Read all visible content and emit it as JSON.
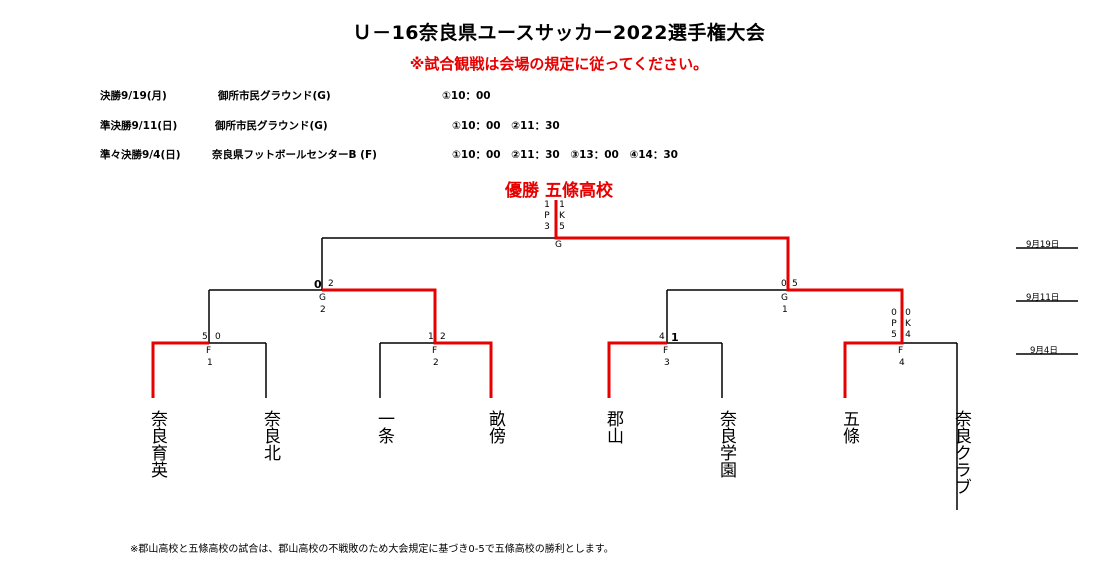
{
  "title": "Ｕ－16奈良県ユースサッカー2022選手権大会",
  "notice": "※試合観戦は会場の規定に従ってください。",
  "schedule": [
    {
      "round": "決勝9/19(月)",
      "venue": "御所市民グラウンド(G)",
      "times": "①10：00"
    },
    {
      "round": "準決勝9/11(日)",
      "venue": "御所市民グラウンド(G)",
      "times": "①10：00　②11：30"
    },
    {
      "round": "準々決勝9/4(日)",
      "venue": "奈良県フットボールセンターB (F)",
      "times": "①10：00　②11：30　③13：00　④14：30"
    }
  ],
  "champion": "優勝 五條高校",
  "round_labels": {
    "final": "9月19日",
    "semi": "9月11日",
    "quarter": "9月4日"
  },
  "final": {
    "left": [
      "1",
      "P",
      "3"
    ],
    "right": [
      "1",
      "K",
      "5"
    ],
    "venue": "G"
  },
  "semis": [
    {
      "score_left": "0",
      "score_right": "2",
      "venue": "G",
      "no": "2"
    },
    {
      "score_left": "0",
      "score_right": "5",
      "venue": "G",
      "no": "1"
    }
  ],
  "quarters": [
    {
      "score_left": "5",
      "score_right": "0",
      "venue": "F",
      "no": "1"
    },
    {
      "score_left": "1",
      "score_right": "2",
      "venue": "F",
      "no": "2"
    },
    {
      "score_left": "4",
      "score_right": "1",
      "venue": "F",
      "no": "3"
    },
    {
      "score_left": [
        "0",
        "P",
        "5"
      ],
      "score_right": [
        "0",
        "K",
        "4"
      ],
      "venue": "F",
      "no": "4"
    }
  ],
  "teams": [
    "奈良育英",
    "奈良北",
    "一条",
    "畝傍",
    "郡山",
    "奈良学園",
    "五條",
    "奈良クラブ"
  ],
  "footnote": "※郡山高校と五條高校の試合は、郡山高校の不戦敗のため大会規定に基づき0-5で五條高校の勝利とします。",
  "colors": {
    "winner_line": "#e60000",
    "normal_line": "#000000",
    "notice": "#e60000"
  }
}
